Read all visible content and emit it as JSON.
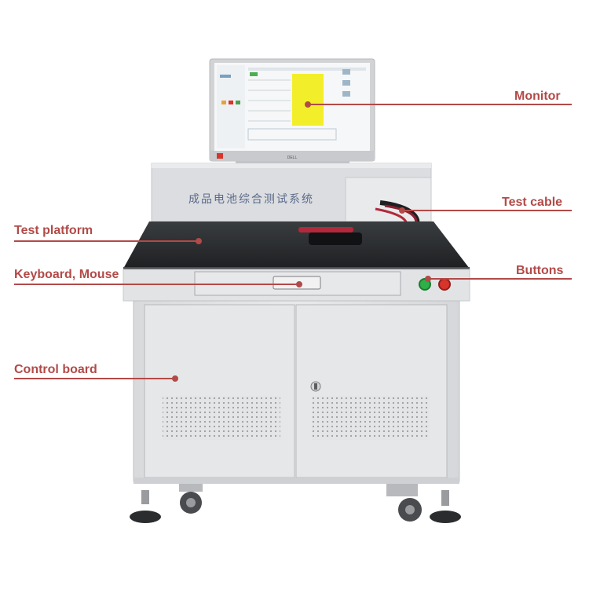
{
  "machine": {
    "front_panel_text": "成品电池综合测试系统",
    "monitor_brand": "DELL"
  },
  "callouts": {
    "monitor": "Monitor",
    "test_cable": "Test cable",
    "buttons": "Buttons",
    "test_platform": "Test platform",
    "keyboard_mouse": "Keyboard, Mouse",
    "control_board": "Control board"
  },
  "colors": {
    "callout": "#b24a48",
    "cabinet": "#e3e4e6",
    "platform_top": "#2a2c2e",
    "screen_highlight": "#f3ee2a",
    "start_button": "#2fae4a",
    "stop_button": "#d8342b"
  }
}
